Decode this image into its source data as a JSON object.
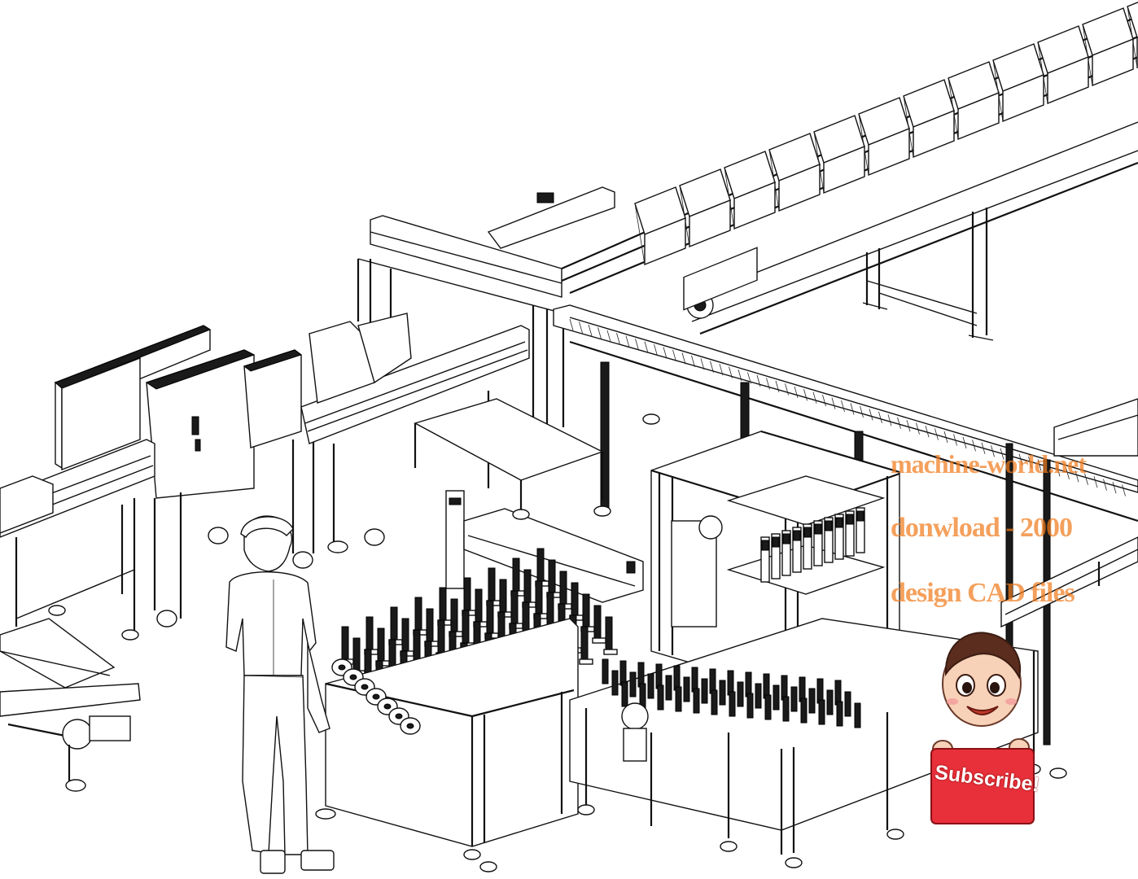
{
  "watermark": {
    "line1": "machine-world.net",
    "line2": "donwload - 2000",
    "line3": "design CAD files",
    "color": "#f07c1e"
  },
  "badge": {
    "label": "Subscribe!",
    "color": "#e8303a",
    "icon": "cartoon-mascot-icon"
  }
}
